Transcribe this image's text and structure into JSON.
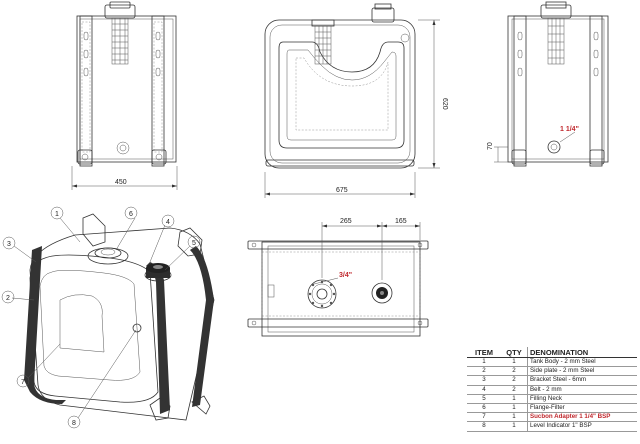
{
  "dimensions": {
    "front_width": "450",
    "side_height": "620",
    "side_width": "675",
    "port_offset": "70",
    "top_left": "265",
    "top_right": "165"
  },
  "ports": {
    "suction_size": "1 1/4\"",
    "return_size": "3/4\""
  },
  "callouts": [
    "1",
    "2",
    "3",
    "4",
    "5",
    "6",
    "7",
    "8"
  ],
  "bom": {
    "headers": {
      "item": "ITEM",
      "qty": "QTY",
      "denomination": "DENOMINATION"
    },
    "rows": [
      {
        "item": "1",
        "qty": "1",
        "denomination": "Tank Body - 2 mm Steel"
      },
      {
        "item": "2",
        "qty": "2",
        "denomination": "Side plate - 2 mm Steel"
      },
      {
        "item": "3",
        "qty": "2",
        "denomination": "Bracket Steel - 6mm"
      },
      {
        "item": "4",
        "qty": "2",
        "denomination": "Belt - 2 mm"
      },
      {
        "item": "5",
        "qty": "1",
        "denomination": "Filling Neck"
      },
      {
        "item": "6",
        "qty": "1",
        "denomination": "Flange-Filter"
      },
      {
        "item": "7",
        "qty": "1",
        "denomination": "Sucbon Adapter 1 1/4\"  BSP"
      },
      {
        "item": "8",
        "qty": "1",
        "denomination": "Level Indicator 1\" BSP"
      }
    ]
  },
  "colors": {
    "line": "#333333",
    "highlight": "#c0282d"
  }
}
